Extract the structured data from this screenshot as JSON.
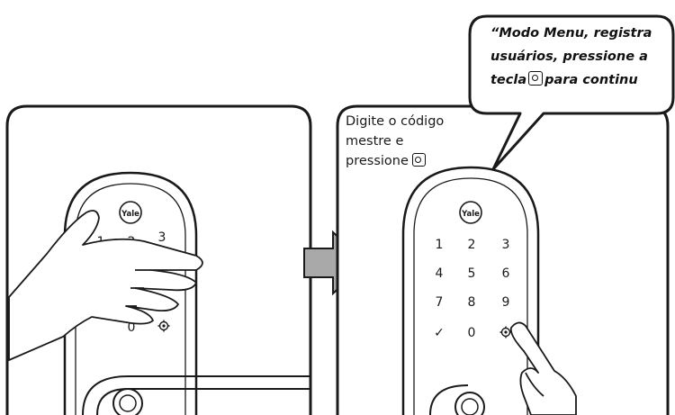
{
  "right_panel": {
    "instruction_line1": "Digite o código",
    "instruction_line2": "mestre e",
    "instruction_line3": "pressione"
  },
  "speech_bubble": {
    "line1": "“Modo Menu, registra",
    "line2": "usuários, pressione a",
    "line3_before": "tecla",
    "line3_after": "para continu"
  },
  "lock": {
    "brand": "Yale",
    "keys": [
      "1",
      "2",
      "3",
      "4",
      "5",
      "6",
      "7",
      "8",
      "9",
      "✓",
      "0"
    ],
    "left_keys": [
      "1",
      "2",
      "3",
      "0"
    ]
  },
  "icons": [
    "gear-icon",
    "checkmark-icon",
    "arrow-right-icon",
    "hand-icon",
    "finger-icon"
  ],
  "colors": {
    "line": "#1a1a1a",
    "arrow_fill": "#a9a9a9",
    "background": "#ffffff"
  }
}
